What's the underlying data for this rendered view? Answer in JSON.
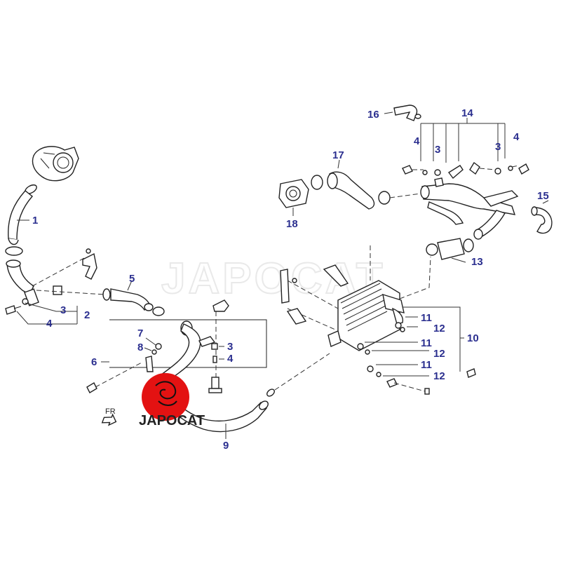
{
  "diagram": {
    "watermark": "JAPOCAT",
    "front_label": "FR",
    "callouts": {
      "c1": "1",
      "c2": "2",
      "c3a": "3",
      "c4a": "4",
      "c5": "5",
      "c6": "6",
      "c7": "7",
      "c8": "8",
      "c3b": "3",
      "c4b": "4",
      "c9": "9",
      "c10": "10",
      "c11a": "11",
      "c12a": "12",
      "c11b": "11",
      "c12b": "12",
      "c11c": "11",
      "c12c": "12",
      "c13": "13",
      "c14": "14",
      "c4c": "4",
      "c3c": "3",
      "c3d": "3",
      "c4d": "4",
      "c15": "15",
      "c16": "16",
      "c17": "17",
      "c18": "18"
    },
    "logo": {
      "text": "JAPOCAT",
      "color": "#e31212"
    },
    "label_color": "#2b2f8f"
  }
}
